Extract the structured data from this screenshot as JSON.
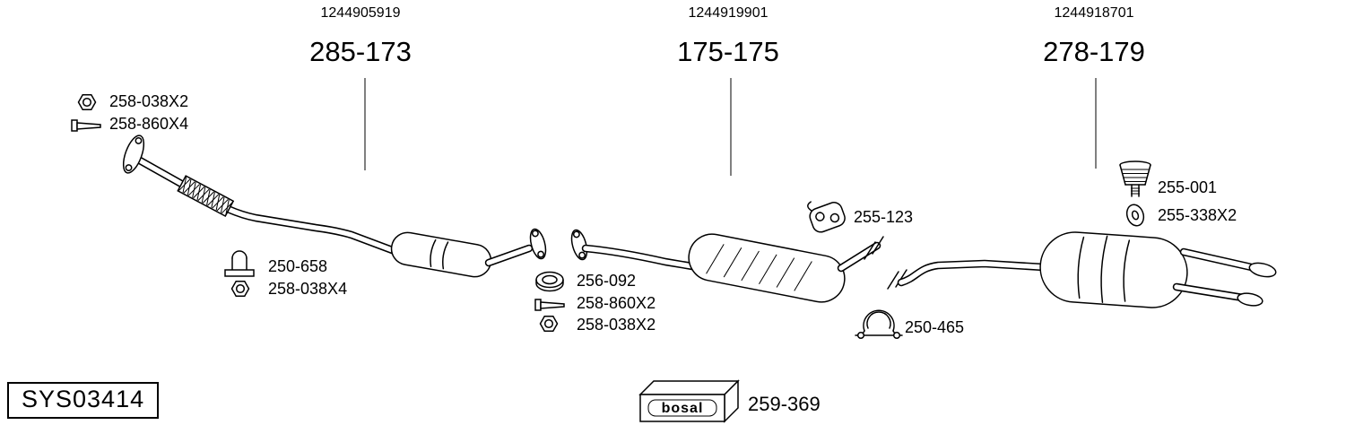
{
  "sections": [
    {
      "ref": "1244905919",
      "code": "285-173"
    },
    {
      "ref": "1244919901",
      "code": "175-175"
    },
    {
      "ref": "1244918701",
      "code": "278-179"
    }
  ],
  "labels": {
    "front_nut": "258-038X2",
    "front_bolt": "258-860X4",
    "mid_clamp": "250-658",
    "mid_nut": "258-038X4",
    "gasket": "256-092",
    "center_bolt": "258-860X2",
    "center_nut": "258-038X2",
    "hanger": "255-123",
    "rear_clamp": "250-465",
    "buffer": "255-001",
    "ring": "255-338X2"
  },
  "footer": {
    "system_code": "SYS03414",
    "brand": "bosal",
    "box_part": "259-369"
  },
  "colors": {
    "ink": "#000000",
    "background": "#ffffff"
  }
}
